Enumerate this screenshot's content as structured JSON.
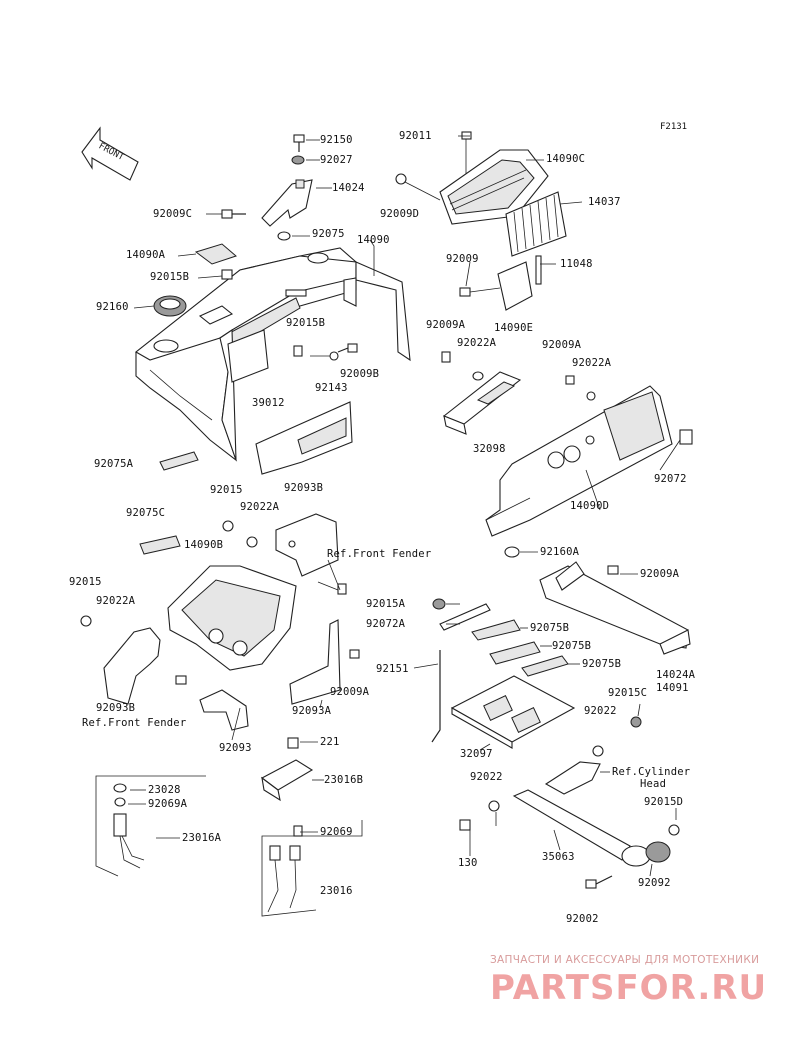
{
  "diagram_code": "F2131",
  "front_label": "FRONT",
  "labels": {
    "l92150": "92150",
    "l92027": "92027",
    "l14024": "14024",
    "l92009C": "92009C",
    "l92075": "92075",
    "l14090": "14090",
    "l14090A": "14090A",
    "l92015B_a": "92015B",
    "l92160": "92160",
    "l92015B_b": "92015B",
    "l92143": "92143",
    "l92009B": "92009B",
    "l39012": "39012",
    "l92075A": "92075A",
    "l92011": "92011",
    "l14090C": "14090C",
    "l92009D": "92009D",
    "l14037": "14037",
    "l92009": "92009",
    "l11048": "11048",
    "l14090E": "14090E",
    "l92009A_a": "92009A",
    "l92022A_a": "92022A",
    "l92009A_b": "92009A",
    "l92022A_b": "92022A",
    "l32098": "32098",
    "l92072": "92072",
    "l14090D": "14090D",
    "l92015_a": "92015",
    "l92093B_a": "92093B",
    "l92075C": "92075C",
    "l92022A_c": "92022A",
    "l14090B": "14090B",
    "lRefFF_a": "Ref.Front Fender",
    "l92160A": "92160A",
    "l92009A_c": "92009A",
    "l92015_b": "92015",
    "l92022A_d": "92022A",
    "l92015A": "92015A",
    "l92072A": "92072A",
    "l92075B_a": "92075B",
    "l92075B_b": "92075B",
    "l92151": "92151",
    "l92075B_c": "92075B",
    "l14024A": "14024A",
    "l14091": "14091",
    "l92093B_b": "92093B",
    "lRefFF_b": "Ref.Front Fender",
    "l92009A_d": "92009A",
    "l92093A": "92093A",
    "l92015C": "92015C",
    "l92022_a": "92022",
    "l92093": "92093",
    "l221": "221",
    "l32097": "32097",
    "l23016B": "23016B",
    "l23028": "23028",
    "l92069A": "92069A",
    "l23016A": "23016A",
    "l92069": "92069",
    "l23016": "23016",
    "l92022_b": "92022",
    "lRefCyl_1": "Ref.Cylinder",
    "lRefCyl_2": "Head",
    "l92015D": "92015D",
    "l130": "130",
    "l35063": "35063",
    "l92092": "92092",
    "l92002": "92002"
  },
  "watermark": {
    "tagline": "ЗАПЧАСТИ И АКСЕССУАРЫ ДЛЯ МОТОТЕХНИКИ",
    "brand": "PARTSFOR.RU"
  }
}
